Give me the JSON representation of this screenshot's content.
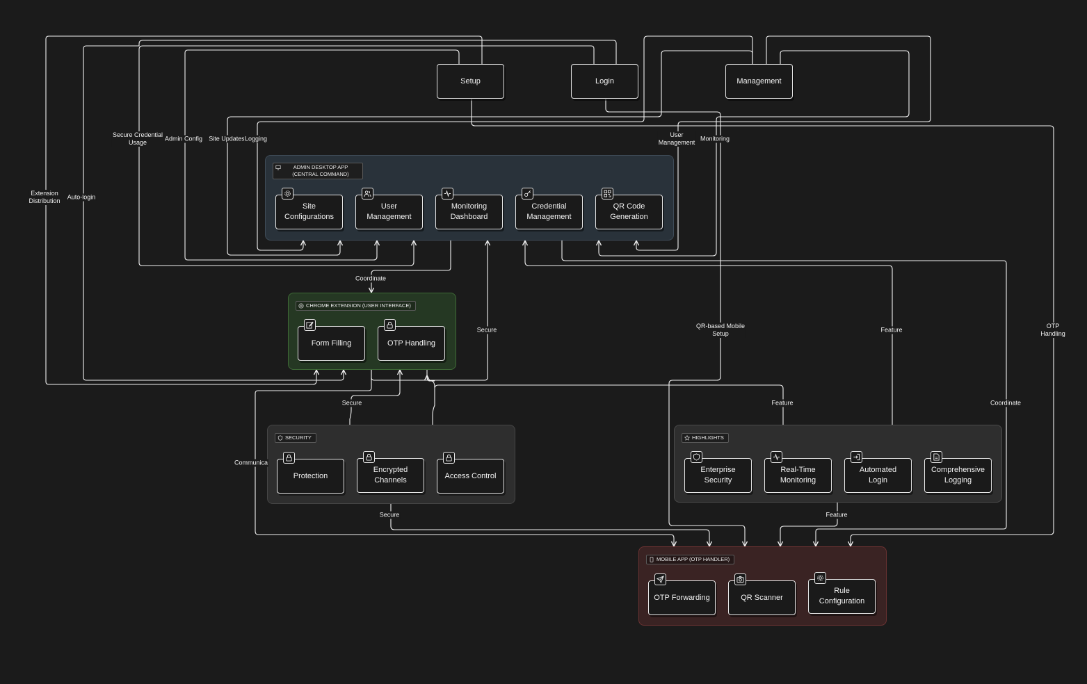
{
  "top_nodes": {
    "setup": "Setup",
    "login": "Login",
    "management": "Management"
  },
  "groups": {
    "admin": {
      "label": "ADMIN DESKTOP APP (CENTRAL COMMAND)",
      "icon": "monitor-icon",
      "nodes": [
        {
          "label": "Site\nConfigurations",
          "icon": "gear-icon"
        },
        {
          "label": "User\nManagement",
          "icon": "users-icon"
        },
        {
          "label": "Monitoring\nDashboard",
          "icon": "activity-icon"
        },
        {
          "label": "Credential\nManagement",
          "icon": "key-icon"
        },
        {
          "label": "QR Code\nGeneration",
          "icon": "qr-code-icon"
        }
      ]
    },
    "chrome": {
      "label": "CHROME EXTENSION (USER INTERFACE)",
      "icon": "chrome-icon",
      "nodes": [
        {
          "label": "Form Filling",
          "icon": "edit-icon"
        },
        {
          "label": "OTP Handling",
          "icon": "lock-icon"
        }
      ]
    },
    "security": {
      "label": "SECURITY",
      "icon": "shield-icon",
      "nodes": [
        {
          "label": "Protection",
          "icon": "lock-icon"
        },
        {
          "label": "Encrypted\nChannels",
          "icon": "lock-icon"
        },
        {
          "label": "Access Control",
          "icon": "lock-icon"
        }
      ]
    },
    "highlights": {
      "label": "HIGHLIGHTS",
      "icon": "star-icon",
      "nodes": [
        {
          "label": "Enterprise\nSecurity",
          "icon": "shield-icon"
        },
        {
          "label": "Real-Time\nMonitoring",
          "icon": "activity-icon"
        },
        {
          "label": "Automated\nLogin",
          "icon": "login-icon"
        },
        {
          "label": "Comprehensive\nLogging",
          "icon": "file-text-icon"
        }
      ]
    },
    "mobile": {
      "label": "MOBILE APP (OTP HANDLER)",
      "icon": "smartphone-icon",
      "nodes": [
        {
          "label": "OTP Forwarding",
          "icon": "send-icon"
        },
        {
          "label": "QR Scanner",
          "icon": "camera-icon"
        },
        {
          "label": "Rule\nConfiguration",
          "icon": "gear-icon"
        }
      ]
    }
  },
  "edge_labels": {
    "extension_distribution": "Extension\nDistribution",
    "auto_login": "Auto-login",
    "secure_credential_usage": "Secure Credential\nUsage",
    "admin_config": "Admin Config",
    "site_updates": "Site Updates",
    "logging": "Logging",
    "user_management": "User\nManagement",
    "monitoring": "Monitoring",
    "coordinate_admin_chrome": "Coordinate",
    "secure_admin": "Secure",
    "qr_mobile_setup": "QR-based Mobile\nSetup",
    "feature_right": "Feature",
    "otp_handling": "OTP Handling",
    "secure_chrome": "Secure",
    "feature_highlights": "Feature",
    "coordinate_mobile": "Coordinate",
    "communication": "Communica",
    "secure_mobile": "Secure",
    "feature_mobile": "Feature"
  },
  "colors": {
    "background": "#1b1b1b",
    "line": "#f2f2f2",
    "admin_fill": "#29323a",
    "chrome_fill": "#253823",
    "neutral_fill": "#2e2e2e",
    "mobile_fill": "#3a2323"
  }
}
